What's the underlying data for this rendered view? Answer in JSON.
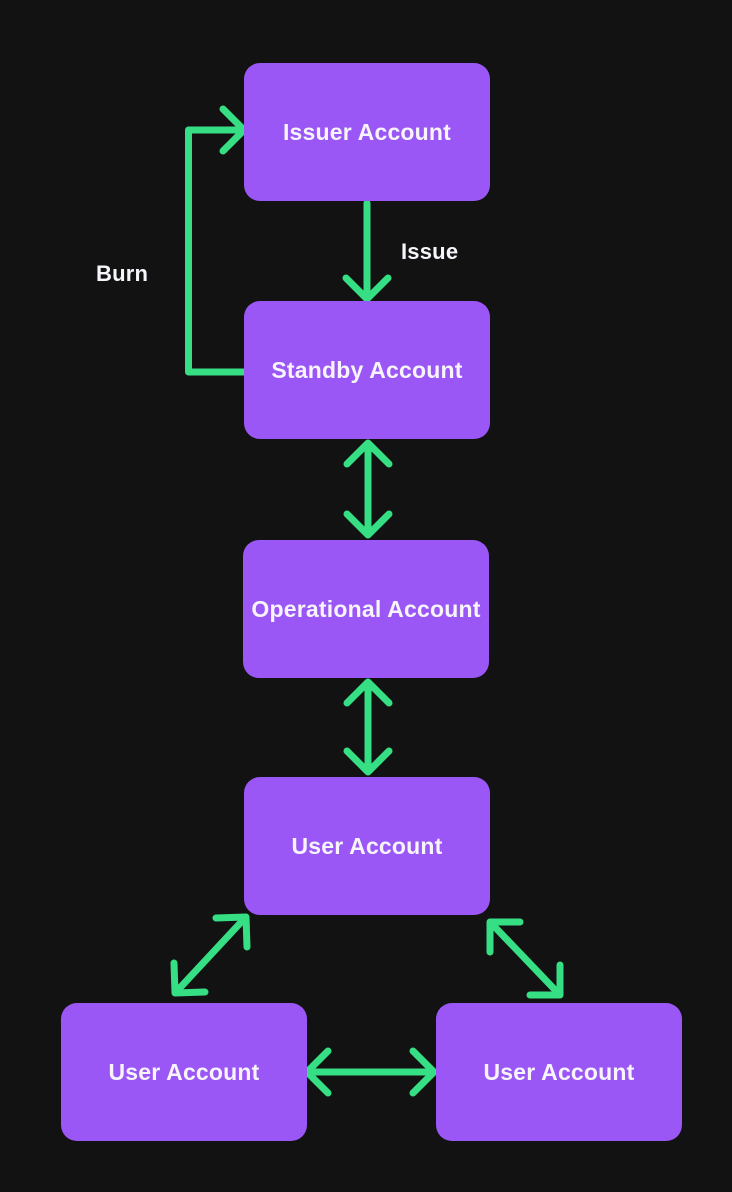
{
  "diagram": {
    "colors": {
      "background": "#121212",
      "node": "#9A57F5",
      "arrow": "#36DF84",
      "text": "#F7F4FB"
    },
    "nodes": [
      {
        "id": "issuer",
        "label": "Issuer Account"
      },
      {
        "id": "standby",
        "label": "Standby Account"
      },
      {
        "id": "operational",
        "label": "Operational Account"
      },
      {
        "id": "user-center",
        "label": "User Account"
      },
      {
        "id": "user-left",
        "label": "User Account"
      },
      {
        "id": "user-right",
        "label": "User Account"
      }
    ],
    "edge_labels": {
      "issue": "Issue",
      "burn": "Burn"
    }
  }
}
